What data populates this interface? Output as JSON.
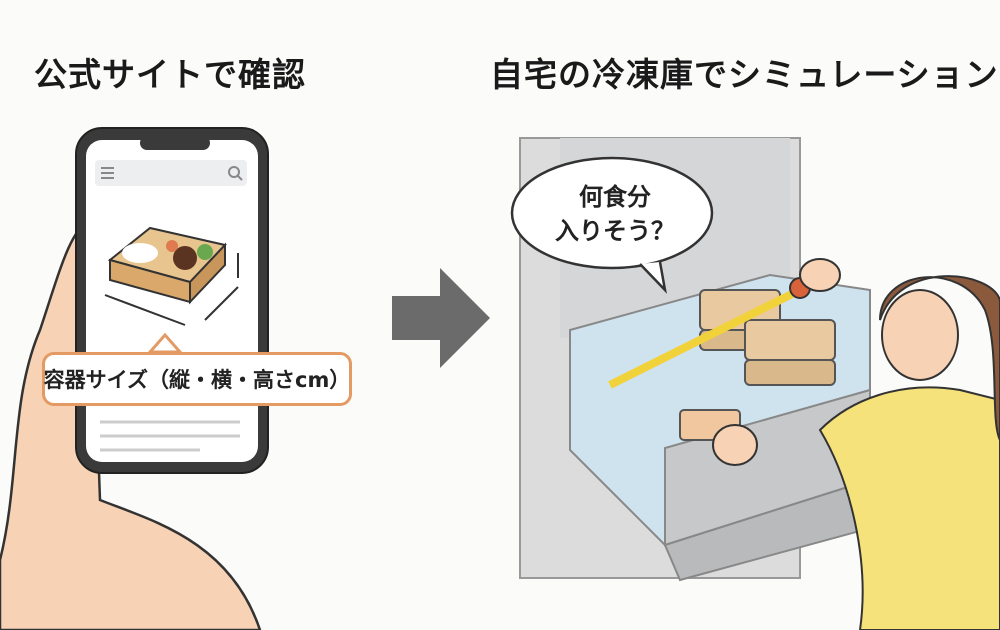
{
  "left_panel": {
    "title": "公式サイトで確認",
    "size_label": "容器サイズ（縦・横・高さcm）"
  },
  "right_panel": {
    "title": "自宅の冷凍庫でシミュレーション",
    "speech_line1": "何食分",
    "speech_line2": "入りそう？"
  },
  "colors": {
    "accent": "#e39a63",
    "arrow": "#6b6b6b",
    "tape": "#f2d23a"
  }
}
